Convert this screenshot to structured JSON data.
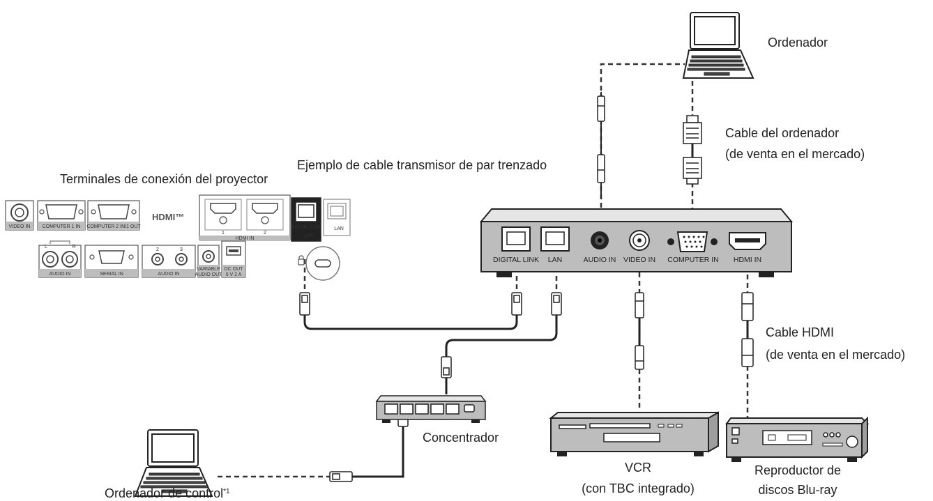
{
  "labels": {
    "ordenador": "Ordenador",
    "cable_ordenador_1": "Cable del ordenador",
    "cable_ordenador_2": "(de venta en el mercado)",
    "twisted_pair": "Ejemplo de cable transmisor de par trenzado",
    "terminales": "Terminales de conexión del proyector",
    "cable_hdmi_1": "Cable HDMI",
    "cable_hdmi_2": "(de venta en el mercado)",
    "concentrador": "Concentrador",
    "vcr_1": "VCR",
    "vcr_2": "(con TBC integrado)",
    "bluray_1": "Reproductor de",
    "bluray_2": "discos Blu-ray",
    "control_pc": "Ordenador de control",
    "control_pc_note": "*1"
  },
  "transmitter_ports": {
    "digital_link": "DIGITAL LINK",
    "lan": "LAN",
    "audio_in": "AUDIO IN",
    "video_in": "VIDEO IN",
    "computer_in": "COMPUTER IN",
    "hdmi_in": "HDMI IN"
  },
  "projector_panel": {
    "video_in": "VIDEO IN",
    "computer1_in": "COMPUTER 1 IN",
    "computer2_in_out": "COMPUTER 2 IN/1 OUT",
    "hdmi_logo": "HDMI™",
    "hdmi_in": "HDMI IN",
    "hdmi_1": "1",
    "hdmi_2": "2",
    "digital_link": "DIGITAL LINK",
    "digital_link_lan": "LAN",
    "lan": "LAN",
    "audio_in_1": "AUDIO IN",
    "audio_l": "L",
    "audio_r": "R",
    "serial_in": "SERIAL IN",
    "audio_in_2": "AUDIO IN",
    "audio_2": "2",
    "audio_3": "3",
    "variable_audio_out_1": "VARIABLE",
    "variable_audio_out_2": "AUDIO OUT",
    "dc_out_1": "DC OUT",
    "dc_out_2": "5 V  2 A"
  }
}
